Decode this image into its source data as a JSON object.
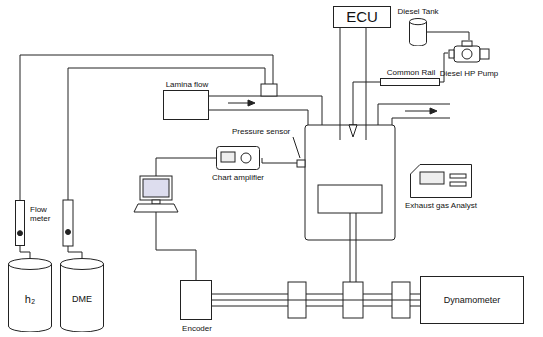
{
  "diagram": {
    "nodes": [
      {
        "text": [
          "ECU"
        ]
      },
      {
        "text": [
          "Diesel Tank"
        ]
      },
      {
        "text": [
          "Diesel HP Pump"
        ]
      },
      {
        "text": [
          "Common Rail"
        ]
      },
      {
        "text": [
          "Lamina flow"
        ]
      },
      {
        "text": [
          "Flow meter"
        ]
      },
      {
        "text": [
          "Chart amplifier"
        ]
      },
      {
        "text": [
          "Exhaust gas Analyst"
        ]
      },
      {
        "text": [
          "h₂"
        ]
      },
      {
        "text": [
          "DME"
        ]
      },
      {
        "text": [
          "Encoder"
        ]
      },
      {
        "text": [
          "Dynamometer"
        ]
      }
    ],
    "edges": [
      {
        "from": 1,
        "to": 2,
        "arrow": "none"
      },
      {
        "from": 2,
        "to": 3,
        "arrow": "none"
      },
      {
        "from": 8,
        "to": 5,
        "arrow": "none"
      },
      {
        "from": 10,
        "to": 11,
        "arrow": "none"
      }
    ],
    "labels": [
      "Pressure sensor"
    ]
  }
}
